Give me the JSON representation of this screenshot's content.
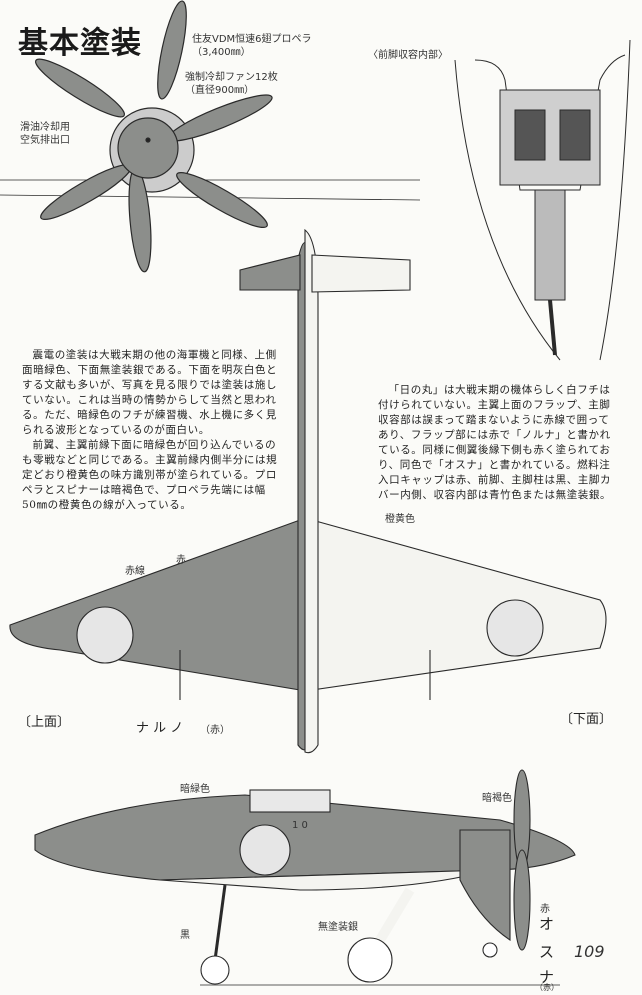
{
  "title": "基本塗装",
  "propeller": {
    "prop_label": "住友VDM恒速6翅プロペラ",
    "prop_size": "（3,400㎜）",
    "fan_label": "強制冷却ファン12枚",
    "fan_size": "（直径900㎜）",
    "exhaust_label_1": "滑油冷却用",
    "exhaust_label_2": "空気排出口"
  },
  "nose_gear_bay": {
    "caption": "〈前脚収容内部〉"
  },
  "text_left": [
    "震電の塗装は大戦末期の他の海軍機と同様、上側面暗緑色、下面無塗装銀である。下面を明灰白色とする文献も多いが、写真を見る限りでは塗装は施していない。これは当時の情勢からして当然と思われる。ただ、暗緑色のフチが練習機、水上機に多く見られる波形となっているのが面白い。",
    "前翼、主翼前縁下面に暗緑色が回り込んでいるのも零戦などと同じである。主翼前縁内側半分には規定どおり橙黄色の味方識別帯が塗られている。プロペラとスピナーは暗褐色で、プロペラ先端には幅50㎜の橙黄色の線が入っている。"
  ],
  "text_right": [
    "「日の丸」は大戦末期の機体らしく白フチは付けられていない。主翼上面のフラップ、主脚収容部は誤まって踏まないように赤線で囲ってあり、フラップ部には赤で「ノルナ」と書かれている。同様に側翼後縁下側も赤く塗られており、同色で「オスナ」と書かれている。燃料注入口キャップは赤、前脚、主脚柱は黒、主脚カバー内側、収容内部は青竹色または無塗装銀。"
  ],
  "planform": {
    "red": "赤",
    "red_line": "赤線",
    "orange_yellow": "橙黄色",
    "upper_view": "〔上面〕",
    "lower_view": "〔下面〕",
    "noruna": "ナ ル ノ",
    "noruna_color": "（赤）"
  },
  "side_view": {
    "dark_green": "暗緑色",
    "dark_brown": "暗褐色",
    "black": "黒",
    "unpainted_silver": "無塗装銀",
    "red": "赤",
    "osuna": [
      "オ",
      "ス",
      "ナ"
    ],
    "osuna_color": "（赤）",
    "aircraft_number": "1 0"
  },
  "page_number": "109",
  "colors": {
    "dark_green": "#8c8e8b",
    "line": "#2a2a2a",
    "paper": "#fbfbf8"
  }
}
